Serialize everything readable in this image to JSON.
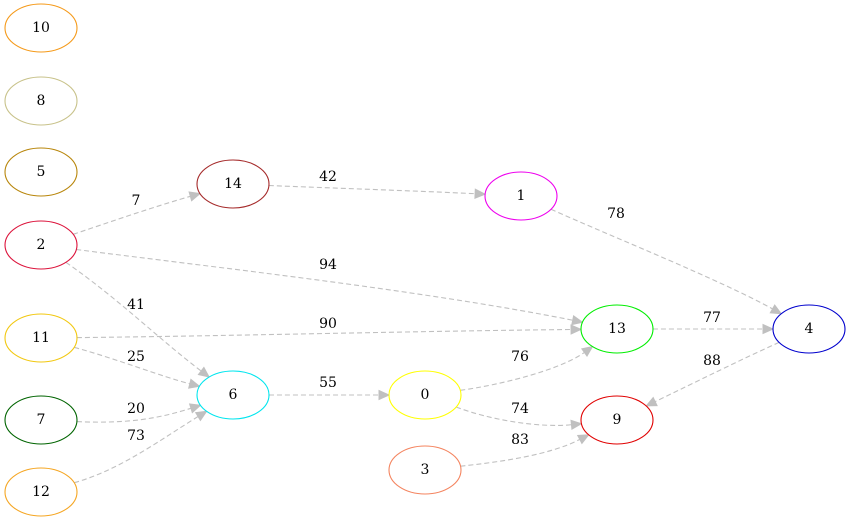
{
  "graph": {
    "nodes": [
      {
        "id": "10",
        "label": "10",
        "color": "#f59a1a"
      },
      {
        "id": "8",
        "label": "8",
        "color": "#c8c28a"
      },
      {
        "id": "5",
        "label": "5",
        "color": "#b8860b"
      },
      {
        "id": "2",
        "label": "2",
        "color": "#dc143c"
      },
      {
        "id": "11",
        "label": "11",
        "color": "#f2c811"
      },
      {
        "id": "7",
        "label": "7",
        "color": "#006400"
      },
      {
        "id": "12",
        "label": "12",
        "color": "#f5a623"
      },
      {
        "id": "14",
        "label": "14",
        "color": "#a52a2a"
      },
      {
        "id": "6",
        "label": "6",
        "color": "#00e5ee"
      },
      {
        "id": "1",
        "label": "1",
        "color": "#ee00ee"
      },
      {
        "id": "0",
        "label": "0",
        "color": "#ffff00"
      },
      {
        "id": "3",
        "label": "3",
        "color": "#f4845f"
      },
      {
        "id": "13",
        "label": "13",
        "color": "#00ee00"
      },
      {
        "id": "9",
        "label": "9",
        "color": "#e00000"
      },
      {
        "id": "4",
        "label": "4",
        "color": "#0000cd"
      }
    ],
    "edges": [
      {
        "from": "2",
        "to": "14",
        "label": "7"
      },
      {
        "from": "14",
        "to": "1",
        "label": "42"
      },
      {
        "from": "1",
        "to": "4",
        "label": "78"
      },
      {
        "from": "2",
        "to": "13",
        "label": "94"
      },
      {
        "from": "2",
        "to": "6",
        "label": "41"
      },
      {
        "from": "11",
        "to": "13",
        "label": "90"
      },
      {
        "from": "11",
        "to": "6",
        "label": "25"
      },
      {
        "from": "13",
        "to": "4",
        "label": "77"
      },
      {
        "from": "4",
        "to": "9",
        "label": "88"
      },
      {
        "from": "0",
        "to": "13",
        "label": "76"
      },
      {
        "from": "6",
        "to": "0",
        "label": "55"
      },
      {
        "from": "7",
        "to": "6",
        "label": "20"
      },
      {
        "from": "12",
        "to": "6",
        "label": "73"
      },
      {
        "from": "0",
        "to": "9",
        "label": "74"
      },
      {
        "from": "3",
        "to": "9",
        "label": "83"
      }
    ],
    "edge_color": "#c0c0c0",
    "edge_style": "dashed"
  }
}
